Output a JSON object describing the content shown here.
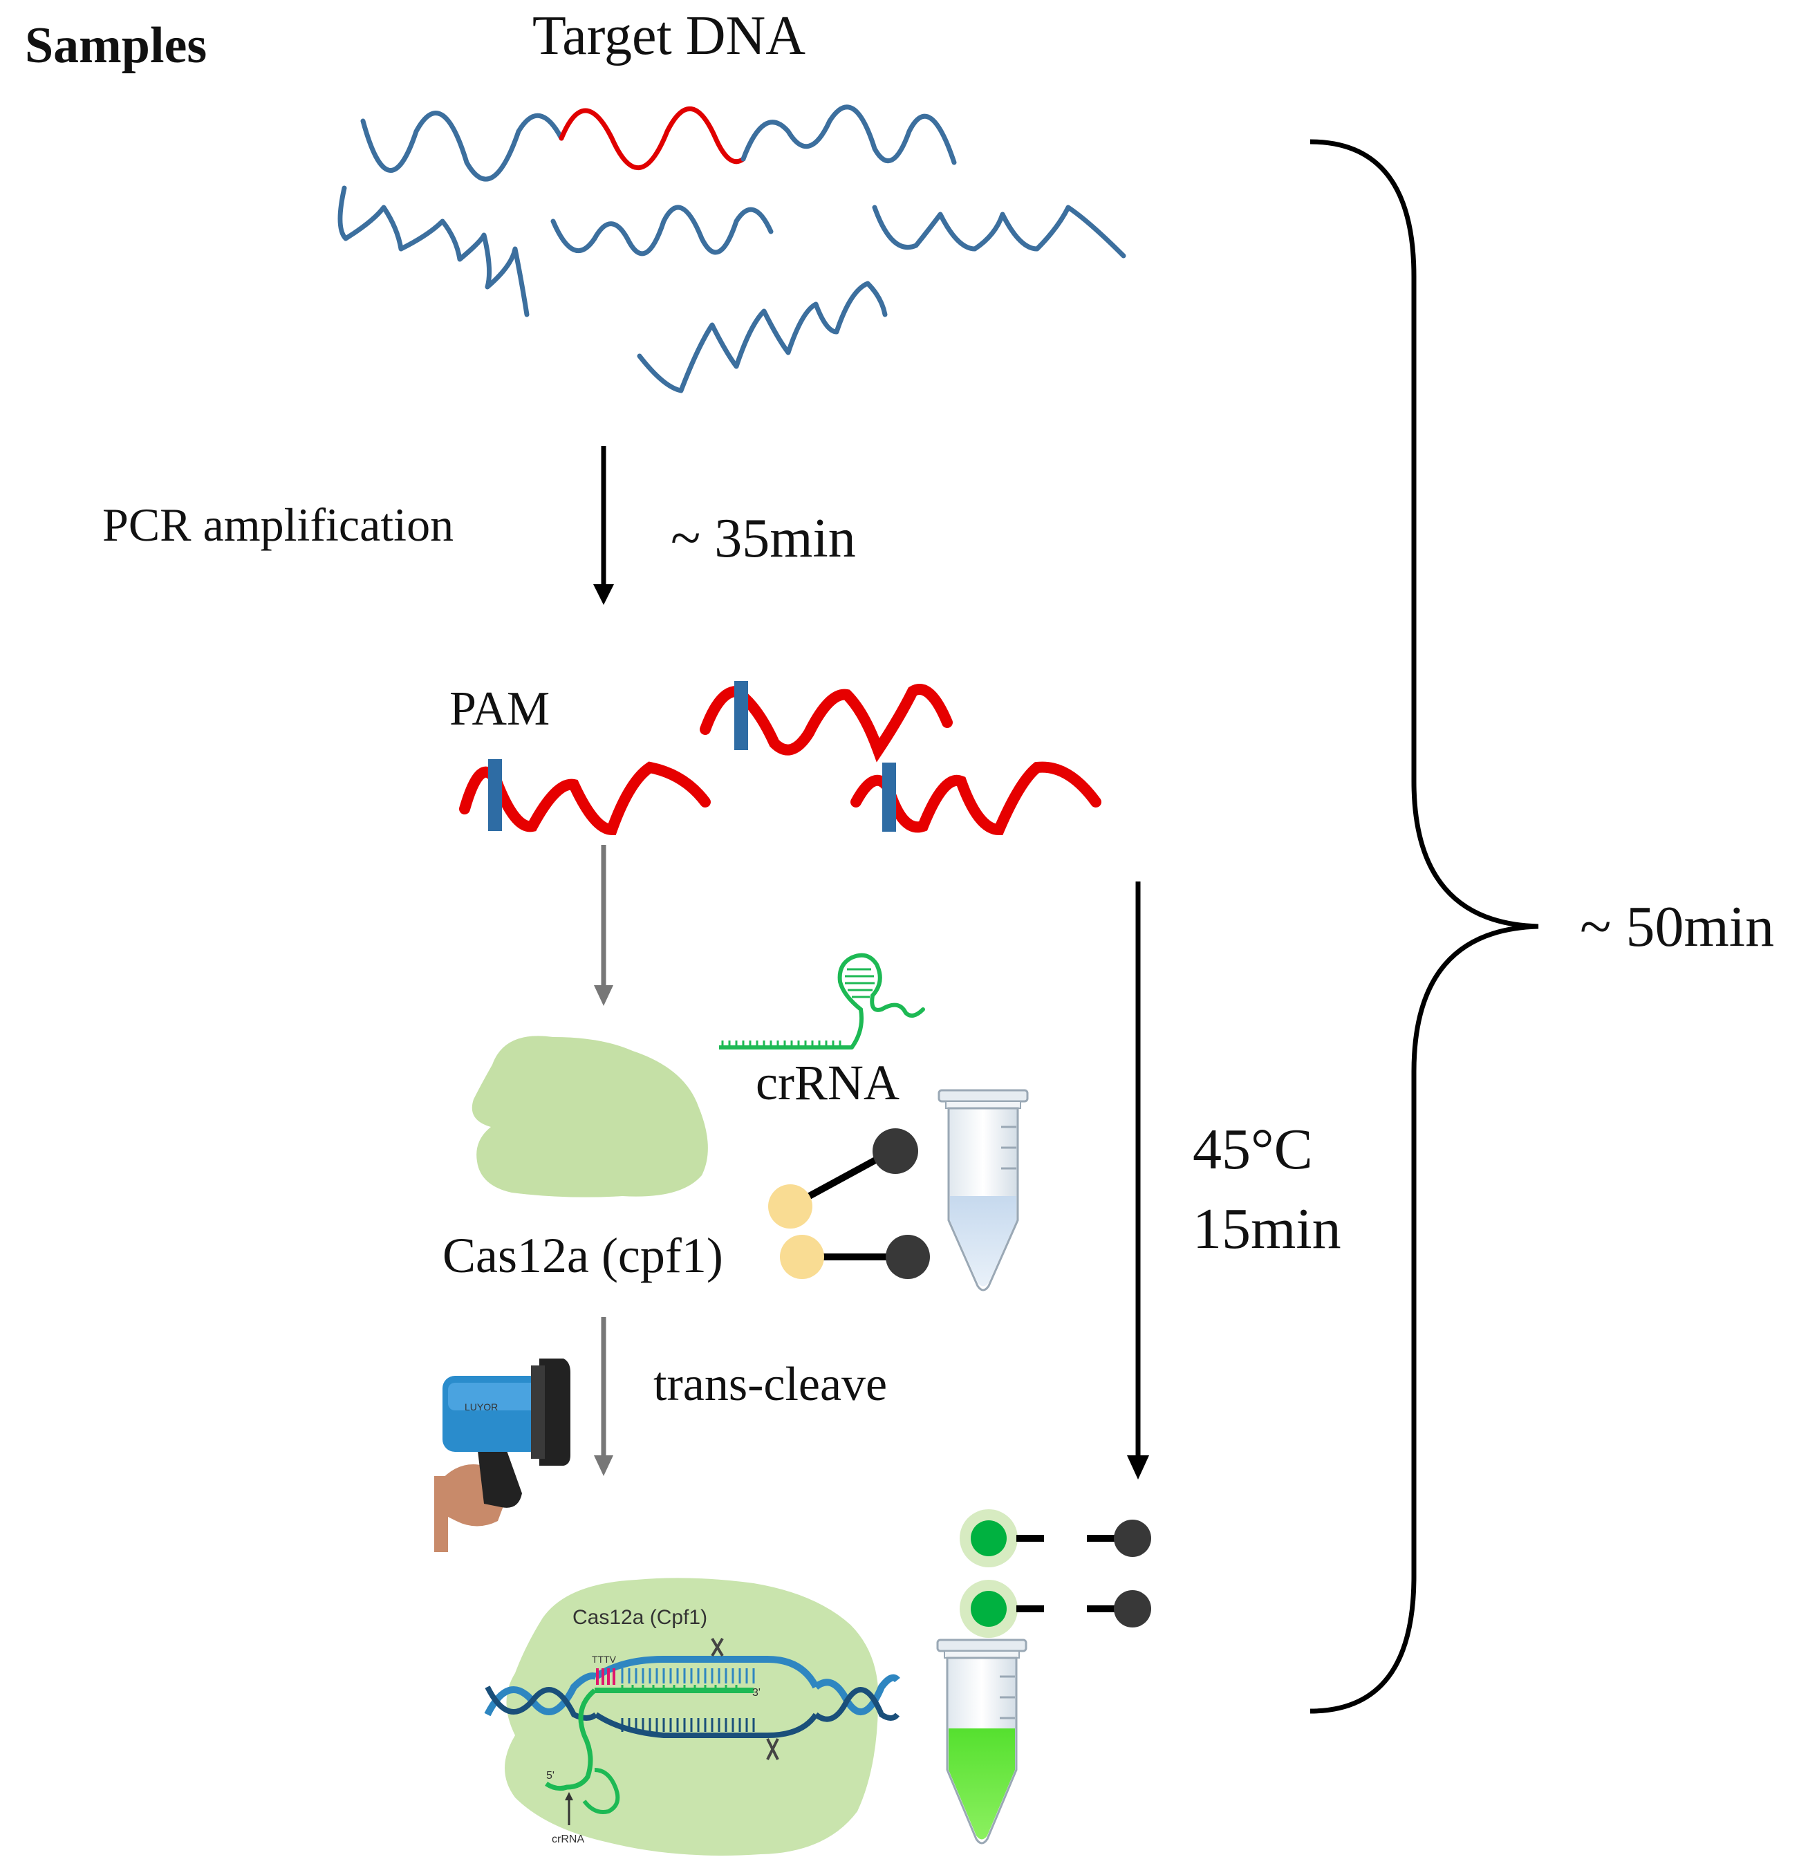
{
  "labels": {
    "samples": "Samples",
    "target_dna": "Target DNA",
    "pcr_amplification": "PCR amplification",
    "pcr_time": "~ 35min",
    "pam": "PAM",
    "crrna": "crRNA",
    "cas12a_cpf1": "Cas12a (cpf1)",
    "temperature": "45°C",
    "incubation_time": "15min",
    "trans_cleave": "trans-cleave",
    "total_time": "~ 50min",
    "complex_title": "Cas12a (Cpf1)",
    "complex_crrna": "crRNA",
    "complex_five_prime": "5'",
    "complex_three_prime": "3'",
    "complex_pam": "TTTV",
    "device_brand": "LUYOR"
  },
  "colors": {
    "dna_strand": "#3c6f9e",
    "target_region": "#e00000",
    "pam_marker": "#2e6ca4",
    "crrna": "#1db954",
    "cas_protein": "#c5e0a6",
    "fluorophore": "#f9dc93",
    "quencher": "#383838",
    "fluorescent_signal": "#00b140",
    "arrow_black": "#000000",
    "arrow_grey": "#777777"
  },
  "icons": {
    "reaction_tube": "microcentrifuge-tube-icon",
    "uv_flashlight": "handheld-uv-lamp-icon",
    "reporter_probe": "fluorophore-quencher-probe-icon"
  }
}
